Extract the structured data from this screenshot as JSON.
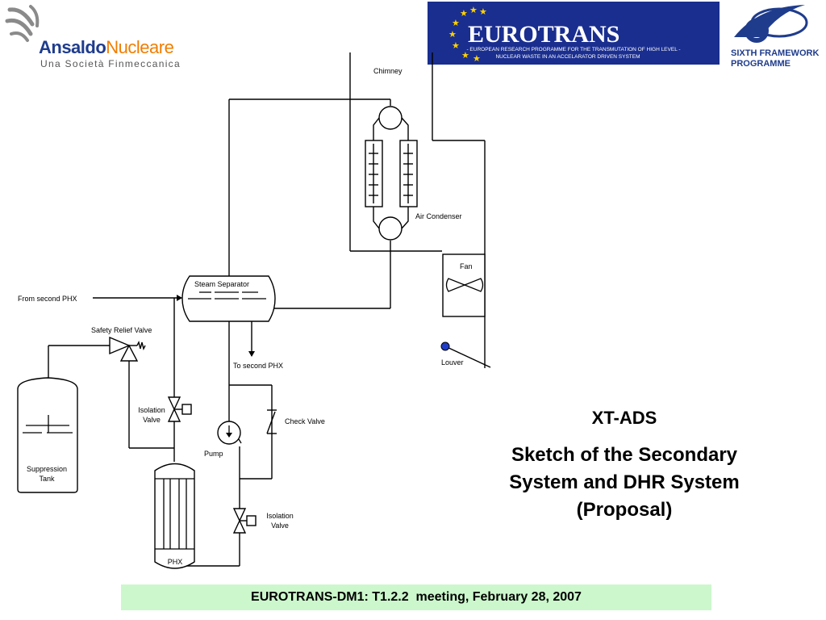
{
  "logos": {
    "ansaldo_name_a": "Ansaldo",
    "ansaldo_name_b": "Nucleare",
    "ansaldo_tagline": "Una Società Finmeccanica",
    "eurotrans_title": "EUROTRANS",
    "eurotrans_line1": "- EUROPEAN RESEARCH PROGRAMME FOR THE TRANSMUTATION OF HIGH LEVEL -",
    "eurotrans_line2": "NUCLEAR WASTE IN AN ACCELARATOR DRIVEN SYSTEM",
    "fp6_line1": "SIXTH FRAMEWORK",
    "fp6_line2": "PROGRAMME",
    "colors": {
      "ansaldo_blue": "#1f3c8c",
      "ansaldo_orange": "#f07d00",
      "eu_blue": "#1a2e8f",
      "eu_gold": "#ffd200"
    }
  },
  "diagram_labels": {
    "chimney": "Chimney",
    "air_condenser": "Air Condenser",
    "fan": "Fan",
    "louver": "Louver",
    "steam_separator": "Steam Separator",
    "from_second_phx": "From second PHX",
    "to_second_phx": "To second PHX",
    "safety_relief_valve": "Safety Relief Valve",
    "isolation_valve_1a": "Isolation",
    "isolation_valve_1b": "Valve",
    "isolation_valve_2a": "Isolation",
    "isolation_valve_2b": "Valve",
    "check_valve": "Check Valve",
    "pump": "Pump",
    "suppression_tank_a": "Suppression",
    "suppression_tank_b": "Tank",
    "phx": "PHX"
  },
  "title": {
    "main": "XT-ADS",
    "line1": "Sketch of the Secondary",
    "line2": "System and DHR System",
    "line3": "(Proposal)"
  },
  "footer": {
    "text": "EUROTRANS-DM1: T1.2.2  meeting, February 28, 2007",
    "background": "#ccf7cc"
  }
}
